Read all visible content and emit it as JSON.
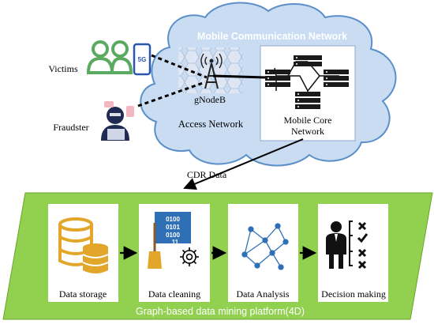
{
  "network": {
    "cloud_title": "Mobile Communication Network",
    "gnodeb_label": "gNodeB",
    "access_label": "Access Network",
    "core_label_line1": "Mobile Core",
    "core_label_line2": "Network"
  },
  "actors": {
    "victims_label": "Victims",
    "fraudster_label": "Fraudster",
    "phone_badge": "5G"
  },
  "link_label": "CDR Data",
  "platform": {
    "title": "Graph-based data mining platform(4D)",
    "stages": [
      {
        "label": "Data storage",
        "icon": "database-icon"
      },
      {
        "label": "Data cleaning",
        "icon": "cleaning-icon"
      },
      {
        "label": "Data Analysis",
        "icon": "network-graph-icon"
      },
      {
        "label": "Decision making",
        "icon": "decision-icon"
      }
    ],
    "binary_text": [
      "0100",
      "0101",
      "0100",
      "11"
    ]
  },
  "colors": {
    "cloud": "#c9dcf2",
    "cloud_edge": "#5b8fc9",
    "platform": "#92d050",
    "platform_edge": "#6aa52a",
    "gold": "#e2a72a",
    "blue_icon": "#2f6fb6",
    "victim_green": "#5aaa62"
  }
}
